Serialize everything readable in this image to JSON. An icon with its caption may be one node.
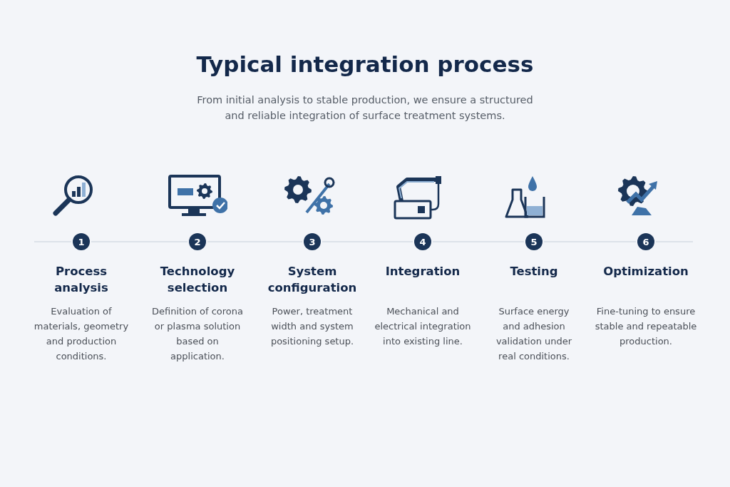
{
  "diagram": {
    "title": "Typical integration process",
    "caption": "From initial analysis to stable production, we ensure a structured and reliable integration of surface treatment systems.",
    "nodes": [
      {
        "text": [
          "1"
        ],
        "beside": [
          "Process analysis",
          "Evaluation of materials, geometry and production conditions."
        ]
      },
      {
        "text": [
          "2"
        ],
        "beside": [
          "Technology selection",
          "Definition of corona or plasma solution based on application."
        ]
      },
      {
        "text": [
          "3"
        ],
        "beside": [
          "System configuration",
          "Power, treatment width and system positioning setup."
        ]
      },
      {
        "text": [
          "4"
        ],
        "beside": [
          "Integration",
          "Mechanical and electrical integration into existing line."
        ]
      },
      {
        "text": [
          "5"
        ],
        "beside": [
          "Testing",
          "Surface energy and adhesion validation under real conditions."
        ]
      },
      {
        "text": [
          "6"
        ],
        "beside": [
          "Optimization",
          "Fine-tuning to ensure stable and repeatable production."
        ]
      }
    ],
    "edges": [
      {
        "from": 0,
        "to": 1,
        "arrow": "none"
      },
      {
        "from": 1,
        "to": 2,
        "arrow": "none"
      },
      {
        "from": 2,
        "to": 3,
        "arrow": "none"
      },
      {
        "from": 3,
        "to": 4,
        "arrow": "none"
      },
      {
        "from": 4,
        "to": 5,
        "arrow": "none"
      }
    ]
  }
}
